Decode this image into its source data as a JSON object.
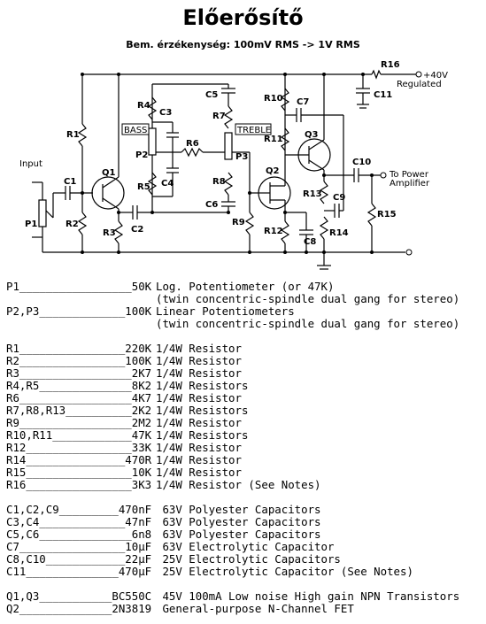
{
  "title": "Előerősítő",
  "subtitle": "Bem. érzékenység: 100mV RMS -> 1V RMS",
  "schematic": {
    "input": "Input",
    "supply": "+40V",
    "regulated": "Regulated",
    "output_line1": "To Power",
    "output_line2": "Amplifier",
    "bass": "BASS",
    "treble": "TREBLE",
    "labels": [
      "R1",
      "C1",
      "P1",
      "R2",
      "Q1",
      "R3",
      "C2",
      "R4",
      "C3",
      "P2",
      "C4",
      "R5",
      "R6",
      "C5",
      "R7",
      "P3",
      "R8",
      "C6",
      "R9",
      "R10",
      "C7",
      "R11",
      "Q2",
      "R12",
      "C8",
      "Q3",
      "R13",
      "C9",
      "R14",
      "C10",
      "R15",
      "R16",
      "C11"
    ]
  },
  "parts": [
    {
      "name": "P1",
      "value": "50K",
      "desc": "Log. Potentiometer (or 47K)"
    },
    {
      "name": "",
      "value": "",
      "desc": "(twin concentric-spindle dual gang for stereo)"
    },
    {
      "name": "P2,P3",
      "value": "100K",
      "desc": "Linear Potentiometers"
    },
    {
      "name": "",
      "value": "",
      "desc": "(twin concentric-spindle dual gang for stereo)"
    },
    {
      "gap": true
    },
    {
      "name": "R1",
      "value": "220K",
      "desc": "1/4W Resistor"
    },
    {
      "name": "R2",
      "value": "100K",
      "desc": "1/4W Resistor"
    },
    {
      "name": "R3",
      "value": "2K7",
      "desc": "1/4W Resistor"
    },
    {
      "name": "R4,R5",
      "value": "8K2",
      "desc": "1/4W Resistors"
    },
    {
      "name": "R6",
      "value": "4K7",
      "desc": "1/4W Resistor"
    },
    {
      "name": "R7,R8,R13",
      "value": "2K2",
      "desc": "1/4W Resistors"
    },
    {
      "name": "R9",
      "value": "2M2",
      "desc": "1/4W Resistor"
    },
    {
      "name": "R10,R11",
      "value": "47K",
      "desc": "1/4W Resistors"
    },
    {
      "name": "R12",
      "value": "33K",
      "desc": "1/4W Resistor"
    },
    {
      "name": "R14",
      "value": "470R",
      "desc": "1/4W Resistor"
    },
    {
      "name": "R15",
      "value": "10K",
      "desc": "1/4W Resistor"
    },
    {
      "name": "R16",
      "value": "3K3",
      "desc": "1/4W Resistor (See Notes)"
    },
    {
      "gap": true
    },
    {
      "name": "C1,C2,C9",
      "value": "470nF",
      "desc": " 63V Polyester Capacitors"
    },
    {
      "name": "C3,C4",
      "value": "47nF",
      "desc": " 63V Polyester Capacitors"
    },
    {
      "name": "C5,C6",
      "value": "6n8",
      "desc": " 63V Polyester Capacitors"
    },
    {
      "name": "C7",
      "value": "10µF",
      "desc": " 63V Electrolytic Capacitor"
    },
    {
      "name": "C8,C10",
      "value": "22µF",
      "desc": " 25V Electrolytic Capacitors"
    },
    {
      "name": "C11",
      "value": "470µF",
      "desc": " 25V Electrolytic Capacitor (See Notes)"
    },
    {
      "gap": true
    },
    {
      "name": "Q1,Q3",
      "value": "BC550C",
      "desc": " 45V 100mA Low noise High gain NPN Transistors"
    },
    {
      "name": "Q2",
      "value": "2N3819",
      "desc": " General-purpose N-Channel FET"
    }
  ]
}
